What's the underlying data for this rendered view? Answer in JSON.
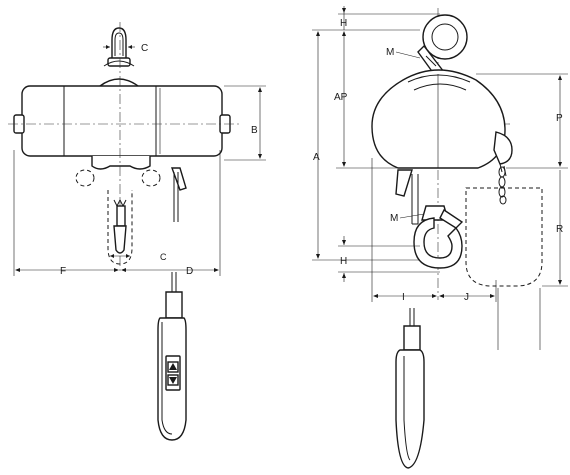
{
  "labels": {
    "c_top": "C",
    "b": "B",
    "c_bottom": "C",
    "f": "F",
    "d": "D",
    "h_top": "H",
    "m_top": "M",
    "ap": "AP",
    "a": "A",
    "p": "P",
    "m_bottom": "M",
    "r": "R",
    "h_bottom": "H",
    "i": "I",
    "j": "J"
  },
  "icons": {
    "pendant_buttons": "up-down-arrows"
  },
  "colors": {
    "line": "#1a1a1a",
    "background": "#ffffff"
  }
}
